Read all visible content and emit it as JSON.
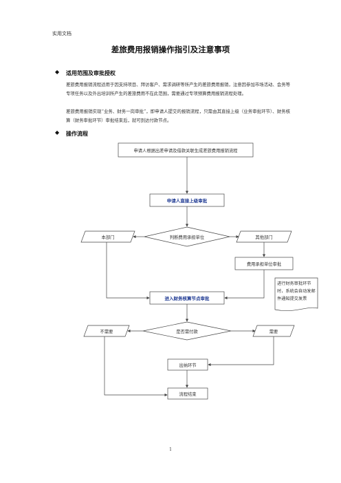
{
  "header": {
    "text": "实用文档"
  },
  "title": "差旅费用报销操作指引及注意事项",
  "section1": {
    "heading": "适用范围及审批授权",
    "paragraphs": [
      "差旅费用报销流程适用于因支持项目、拜访客户、需求调研等所产生的差旅费用报销，注意因参加市场活动、会务等专项任务以及外出培训所产生的差旅费用不在此范围，需要通过专项预算费用报销流程处理。",
      "差旅费用报销实现“业务、财务一岗审批”，即申请人提交的报销流程，只需由其直接上级（业务审批环节）、财务核算（财务审批环节）审批结束后，就可到达付款节点。"
    ]
  },
  "section2": {
    "heading": "操作流程"
  },
  "flow": {
    "start": "申请人根据出差申请及借款关联生成差旅费用报销流程",
    "supervisor": "申请人直接上级审批",
    "judge_unit": "判断费用承担单位",
    "own_dept": "本部门",
    "other_dept": "其他部门",
    "bearer_approve": "费用承担单位审批",
    "finance_node": "进入财务核算节点审批",
    "note": [
      "进行财务审批环节",
      "时，系统会自动发邮",
      "件通知提交发票"
    ],
    "need_pay": "是否需付款",
    "not_needed": "不需要",
    "needed": "需要",
    "cashier": "出纳环节",
    "end": "流程结束"
  },
  "footer": {
    "page": "1"
  },
  "colors": {
    "accent": "#1f3a93",
    "stroke": "#444444"
  }
}
